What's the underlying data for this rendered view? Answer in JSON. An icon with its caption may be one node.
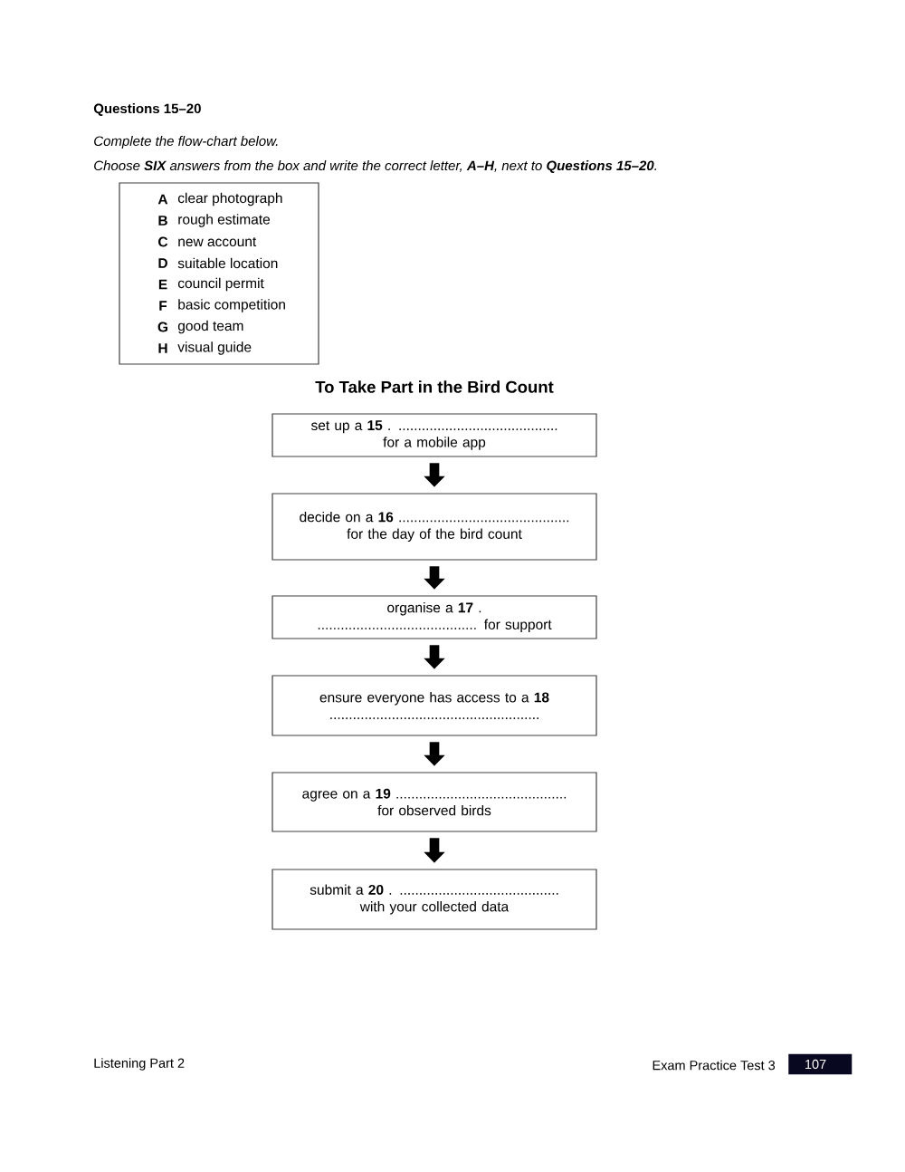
{
  "diagram": {
    "title": "To Take Part in the Bird Count",
    "nodes": [
      {
        "text": [
          "set up a **15** . ......................................... for a mobile app"
        ]
      },
      {
        "text": [
          "decide on a **16** ............................................ for the day of the bird count"
        ]
      },
      {
        "text": [
          "organise a **17** . ......................................... for support"
        ]
      },
      {
        "text": [
          "ensure everyone has access to a **18** ......................................................"
        ]
      },
      {
        "text": [
          "agree on a **19** ............................................ for observed birds"
        ]
      },
      {
        "text": [
          "submit a **20** . ......................................... with your collected data"
        ]
      }
    ],
    "edges": [
      {
        "from": 0,
        "to": 1,
        "arrow": "to"
      },
      {
        "from": 1,
        "to": 2,
        "arrow": "to"
      },
      {
        "from": 2,
        "to": 3,
        "arrow": "to"
      },
      {
        "from": 3,
        "to": 4,
        "arrow": "to"
      },
      {
        "from": 4,
        "to": 5,
        "arrow": "to"
      }
    ],
    "labels": [
      "Questions 15–20",
      "Complete the flow-chart below.",
      "Choose **SIX** answers from the box and write the correct letter, **A–H**, next to **Questions 15–20**.",
      "A",
      "clear photograph",
      "B",
      "rough estimate",
      "C",
      "new account",
      "D",
      "suitable location",
      "E",
      "council permit",
      "F",
      "basic competition",
      "G",
      "good team",
      "H",
      "visual guide",
      "Listening Part 2",
      "Exam Practice Test 3",
      "107"
    ]
  }
}
